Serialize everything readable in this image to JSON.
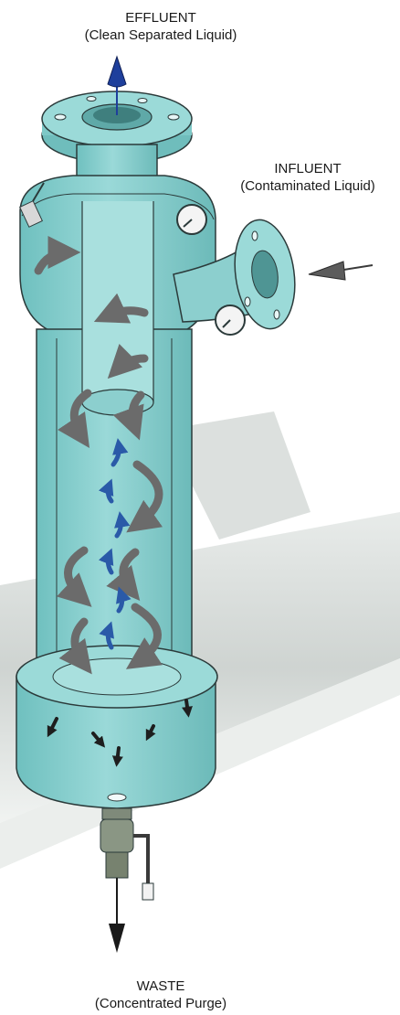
{
  "labels": {
    "effluent": {
      "title": "EFFLUENT",
      "subtitle": "(Clean Separated Liquid)"
    },
    "influent": {
      "title": "INFLUENT",
      "subtitle": "(Contaminated Liquid)"
    },
    "waste": {
      "title": "WASTE",
      "subtitle": "(Concentrated Purge)"
    }
  },
  "colors": {
    "vessel_body": "#8fd3d2",
    "vessel_shade": "#5fb1b0",
    "vessel_light": "#b6e6e4",
    "outline": "#2b3a3a",
    "flow_arrow_gray": "#6b6b6b",
    "flow_arrow_blue": "#2a5aa8",
    "outlet_arrow_blue": "#1e3f9c",
    "background_pipe": "#c9cfcc"
  }
}
